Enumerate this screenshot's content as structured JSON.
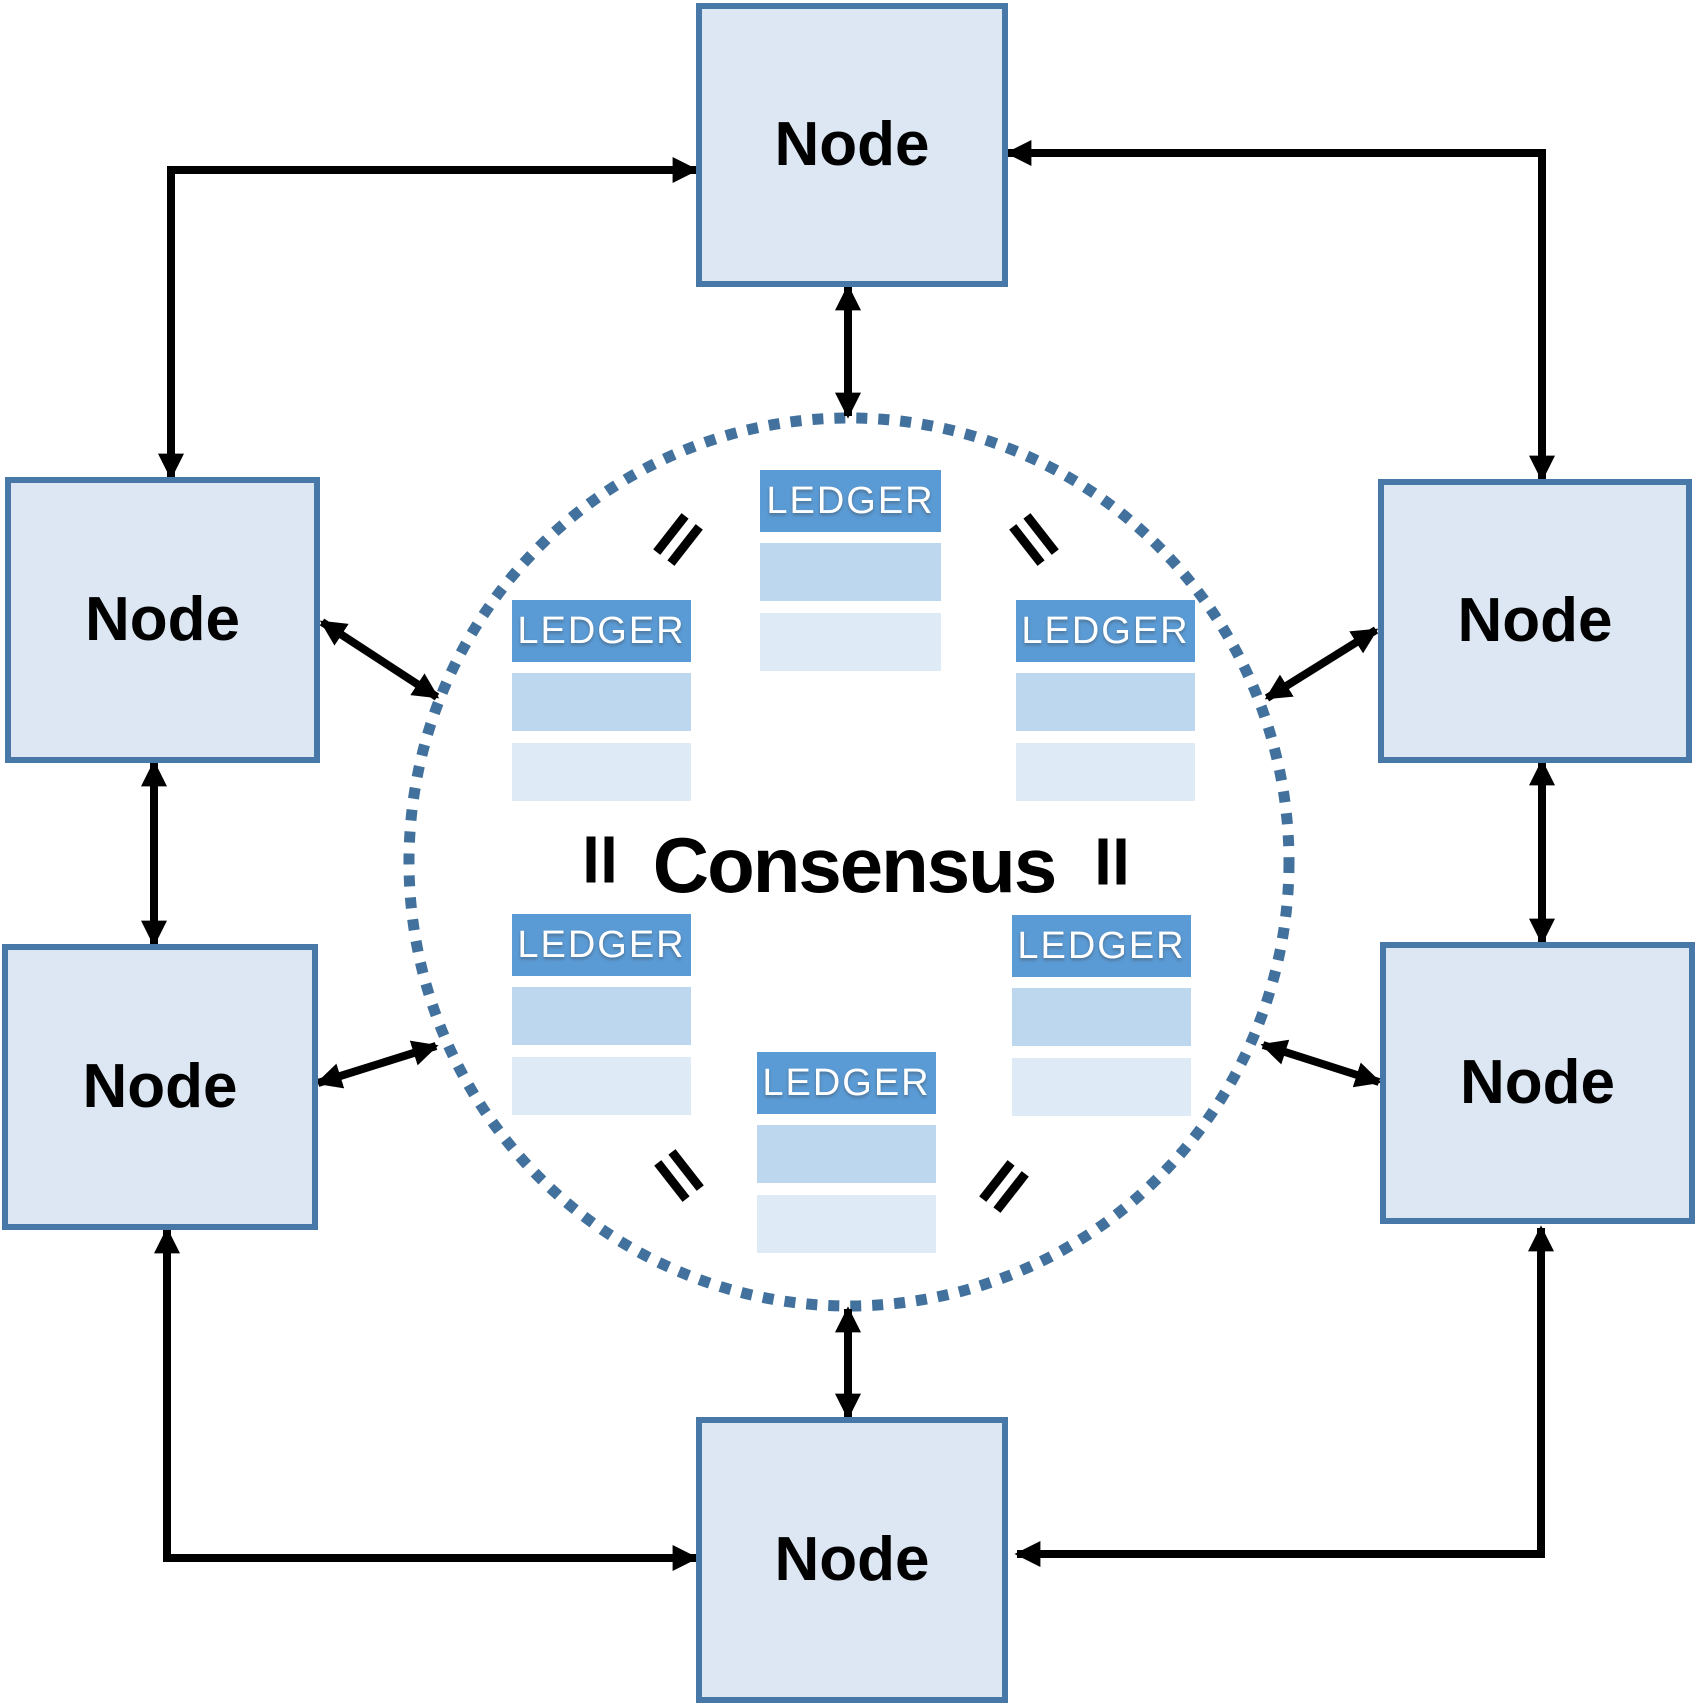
{
  "diagram": {
    "consensus_label": "Consensus"
  },
  "nodes": [
    {
      "id": "top",
      "label": "Node"
    },
    {
      "id": "upper-left",
      "label": "Node"
    },
    {
      "id": "upper-right",
      "label": "Node"
    },
    {
      "id": "lower-left",
      "label": "Node"
    },
    {
      "id": "lower-right",
      "label": "Node"
    },
    {
      "id": "bottom",
      "label": "Node"
    }
  ],
  "ledgers": [
    {
      "id": "top-center",
      "label": "LEDGER",
      "empty_rows": 2
    },
    {
      "id": "upper-left",
      "label": "LEDGER",
      "empty_rows": 2
    },
    {
      "id": "upper-right",
      "label": "LEDGER",
      "empty_rows": 2
    },
    {
      "id": "lower-left",
      "label": "LEDGER",
      "empty_rows": 2
    },
    {
      "id": "lower-right",
      "label": "LEDGER",
      "empty_rows": 2
    },
    {
      "id": "bottom-center",
      "label": "LEDGER",
      "empty_rows": 2
    }
  ],
  "icons": {
    "equals": "="
  },
  "colors": {
    "ledger-header": "#5b9bd5",
    "ledger-row-medium": "#bdd7ee",
    "ledger-row-light": "#deebf7",
    "ledger-text": "#ffffff",
    "node-fill": "#dce7f3",
    "node-border": "#4878a8",
    "circle-dot": "#41719c",
    "arrow": "#000000",
    "consensus-text": "#000000"
  }
}
